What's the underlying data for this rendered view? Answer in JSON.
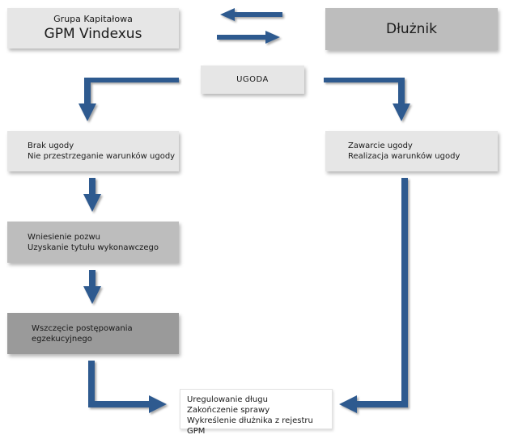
{
  "gpm": {
    "line1": "Grupa Kapitałowa",
    "line2": "GPM Vindexus"
  },
  "dluznik": {
    "label": "Dłużnik"
  },
  "ugoda": {
    "label": "UGODA"
  },
  "brak": {
    "line1": "Brak ugody",
    "line2": "Nie przestrzeganie warunków ugody"
  },
  "zawarcie": {
    "line1": "Zawarcie ugody",
    "line2": "Realizacja warunków ugody"
  },
  "wniesienie": {
    "line1": "Wniesienie pozwu",
    "line2": "Uzyskanie tytułu wykonawczego"
  },
  "wszczecie": {
    "line1": "Wszczęcie postępowania",
    "line2": "egzekucyjnego"
  },
  "final": {
    "line1": "Uregulowanie długu",
    "line2": "Zakończenie sprawy",
    "line3": "Wykreślenie dłużnika z rejestru GPM"
  },
  "colors": {
    "arrow": "#2e5a8f",
    "arrow_shadow": "#8a9bb0"
  }
}
